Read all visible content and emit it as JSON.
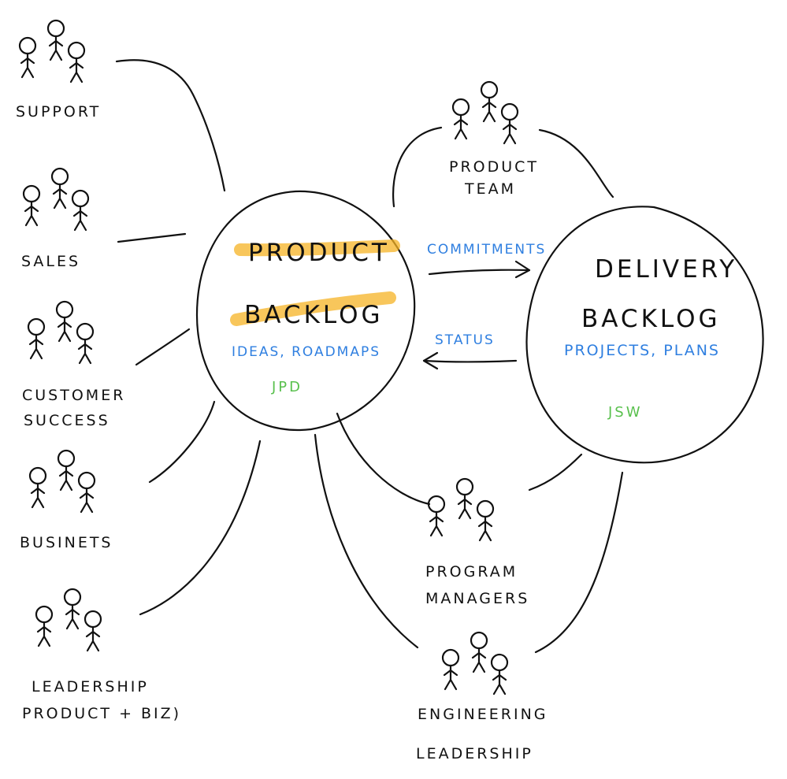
{
  "hub": {
    "title_line1": "PRODUCT",
    "title_line2": "BACKLOG",
    "subtitle": "IDEAS, ROADMAPS",
    "tool": "JPD"
  },
  "delivery": {
    "title_line1": "DELIVERY",
    "title_line2": "BACKLOG",
    "subtitle": "PROJECTS, PLANS",
    "tool": "JSW"
  },
  "arrows": {
    "commitments": "COMMITMENTS",
    "status": "STATUS"
  },
  "teams": {
    "support": "SUPPORT",
    "sales": "SALES",
    "customer_success_line1": "CUSTOMER",
    "customer_success_line2": "SUCCESS",
    "business": "BUSINETS",
    "leadership_line1": "LEADERSHIP",
    "leadership_line2": "PRODUCT + BIZ)",
    "product_team_line1": "PRODUCT",
    "product_team_line2": "TEAM",
    "program_managers_line1": "PROGRAM",
    "program_managers_line2": "MANAGERS",
    "eng_leadership_line1": "ENGINEERING",
    "eng_leadership_line2": "LEADERSHIP"
  },
  "colors": {
    "ink": "#111111",
    "blue": "#2f7fe0",
    "green": "#59c04d",
    "highlight": "#f5b324"
  },
  "icons": [
    "stick-figure-group-icon"
  ]
}
